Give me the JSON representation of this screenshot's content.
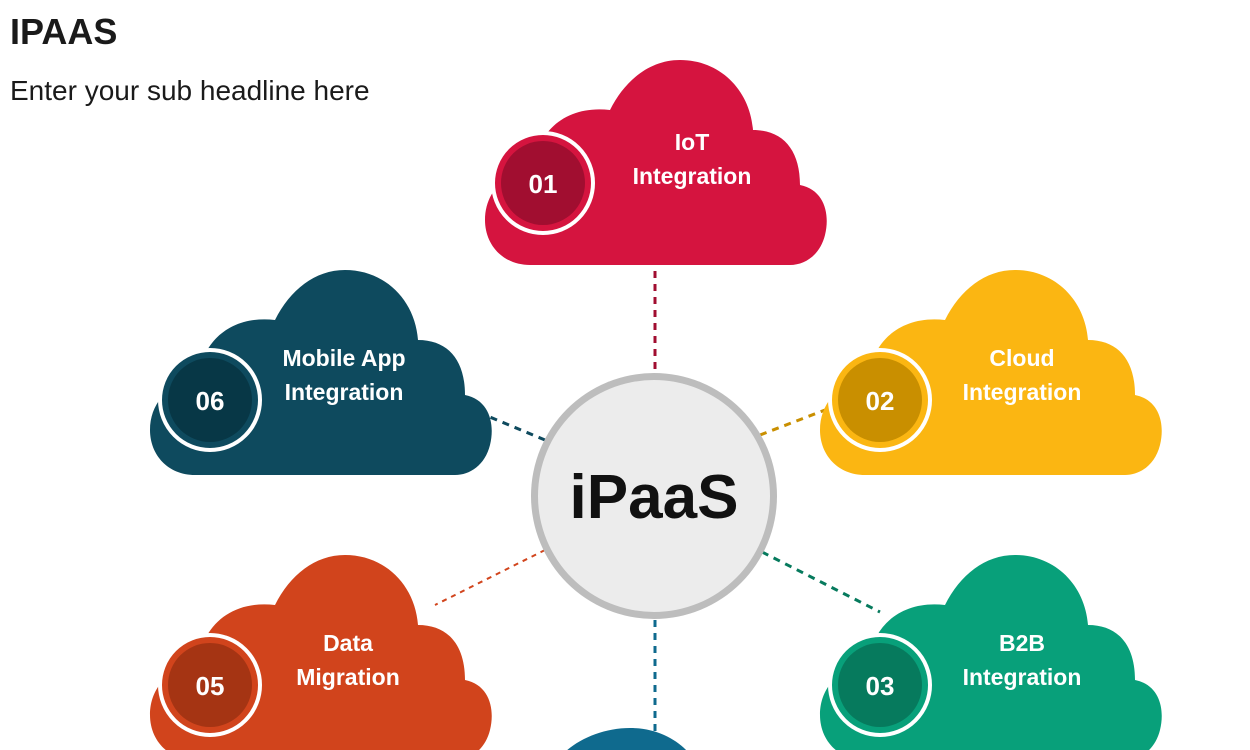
{
  "header": {
    "title": "IPAAS",
    "subtitle": "Enter your sub headline here"
  },
  "hub": {
    "label": "iPaaS"
  },
  "nodes": [
    {
      "number": "01",
      "line1": "IoT",
      "line2": "Integration",
      "color": "#D5143F",
      "dark": "#A10E30"
    },
    {
      "number": "02",
      "line1": "Cloud",
      "line2": "Integration",
      "color": "#FBB612",
      "dark": "#C98F00"
    },
    {
      "number": "03",
      "line1": "B2B",
      "line2": "Integration",
      "color": "#08A07A",
      "dark": "#067A5D"
    },
    {
      "number": "05",
      "line1": "Data",
      "line2": "Migration",
      "color": "#D1441C",
      "dark": "#A53413"
    },
    {
      "number": "06",
      "line1": "Mobile App",
      "line2": "Integration",
      "color": "#0E4A5E",
      "dark": "#073746"
    }
  ],
  "partial_node": {
    "color": "#0F6A8E"
  }
}
